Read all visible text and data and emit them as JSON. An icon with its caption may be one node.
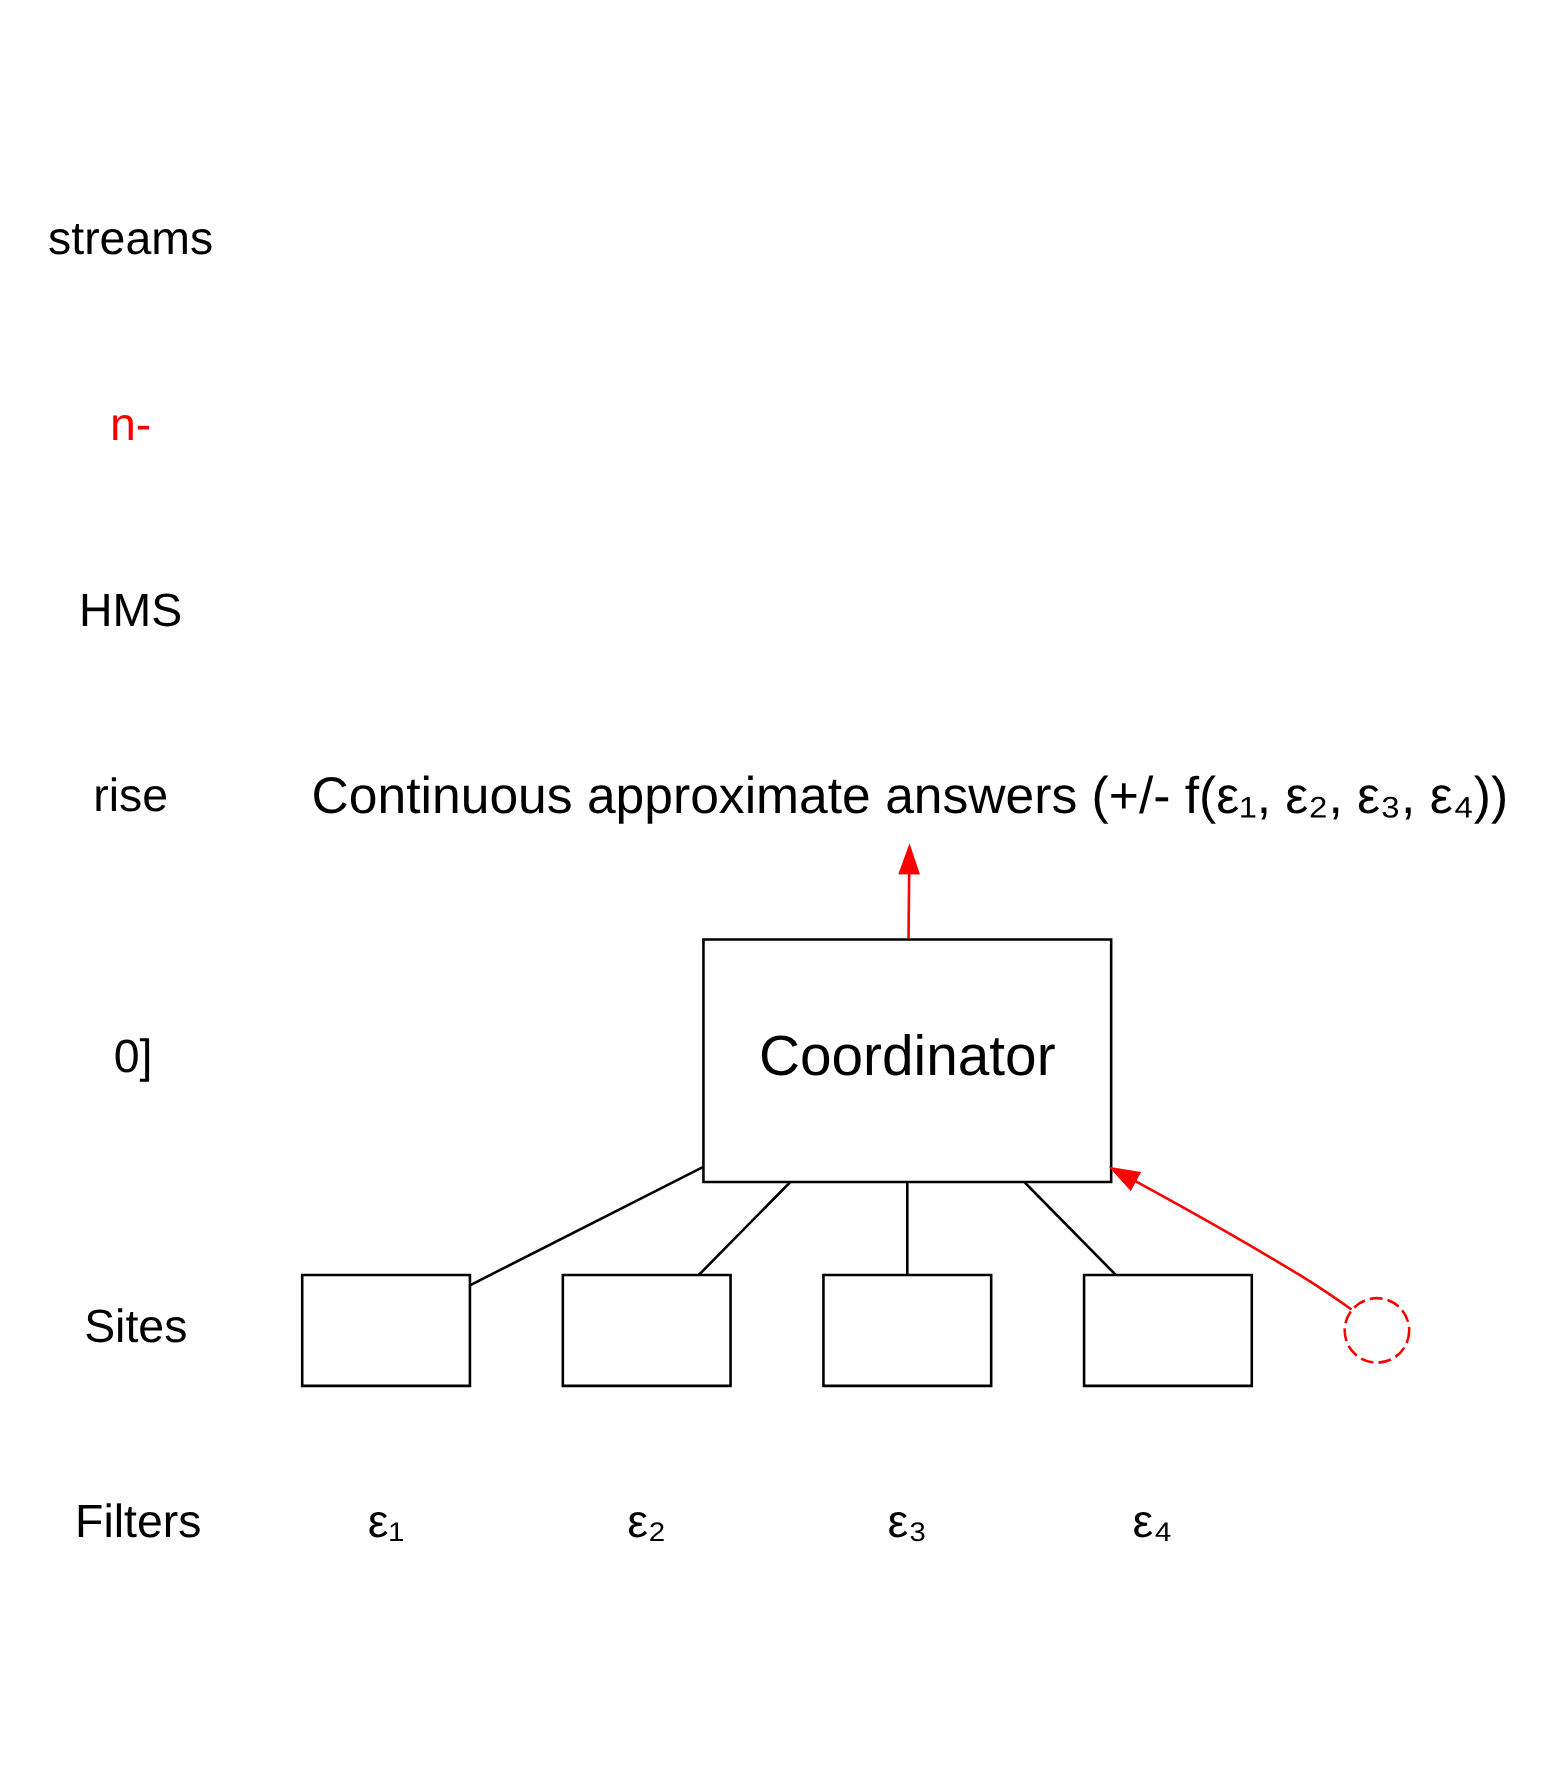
{
  "diagram": {
    "nodes": [
      {
        "text": [
          "Continuous approximate answers (+/- f(ε₁, ε₂, ε₃, ε₄))"
        ]
      },
      {
        "text": [
          "Coordinator"
        ]
      },
      {
        "text": [],
        "shape": "box"
      },
      {
        "text": [],
        "shape": "box"
      },
      {
        "text": [],
        "shape": "box"
      },
      {
        "text": [],
        "shape": "box"
      },
      {
        "text": [],
        "shape": "circle"
      }
    ],
    "edges": [
      {
        "from": 1,
        "to": 0,
        "arrow": "to",
        "color": "#ff0000"
      },
      {
        "from": 1,
        "to": 2,
        "arrow": "none"
      },
      {
        "from": 1,
        "to": 3,
        "arrow": "none"
      },
      {
        "from": 1,
        "to": 4,
        "arrow": "none"
      },
      {
        "from": 1,
        "to": 5,
        "arrow": "none"
      },
      {
        "from": 6,
        "to": 1,
        "arrow": "to",
        "color": "#ff0000"
      }
    ],
    "labels": [
      "streams",
      "n-",
      "HMS",
      "rise",
      "0]",
      "Sites",
      "Filters",
      "ε₁",
      "ε₂",
      "ε₃",
      "ε₄"
    ]
  }
}
